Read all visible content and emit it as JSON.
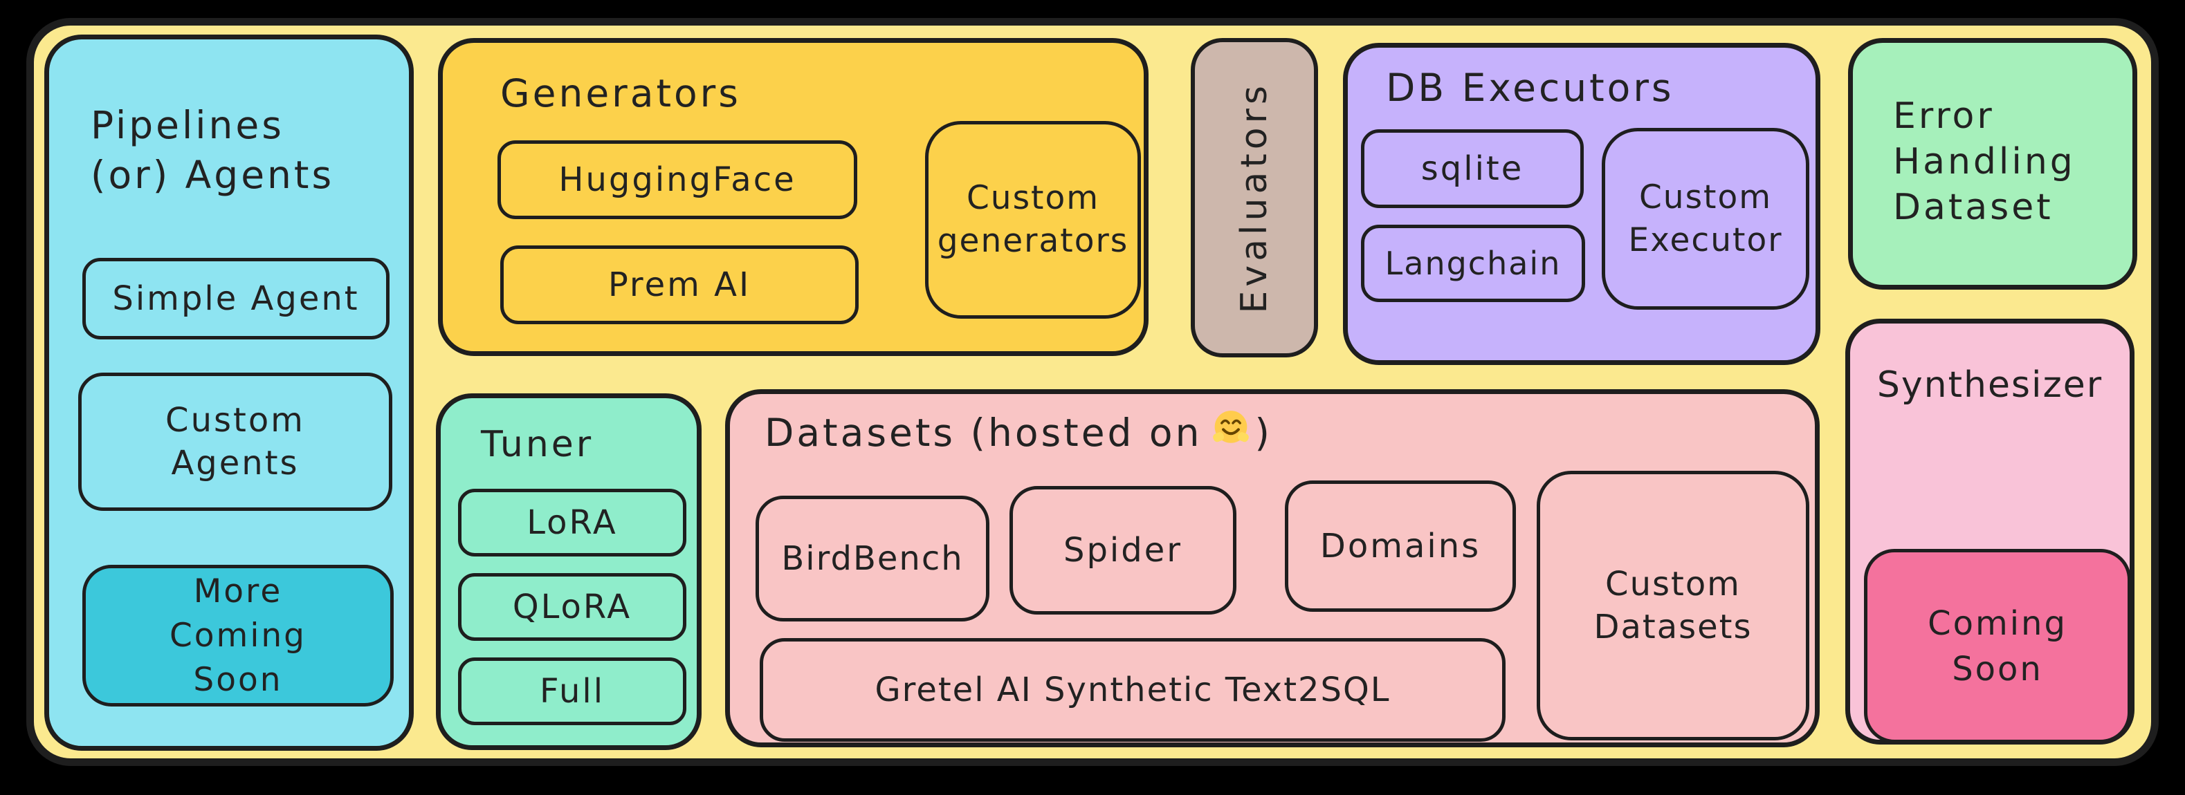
{
  "colors": {
    "background": "#000000",
    "board_fill": "#FBE98F",
    "stroke": "#1E1E1E",
    "text": "#222222",
    "pipelines_fill": "#8EE4F1",
    "more_coming_soon_fill": "#3CC8DB",
    "generators_fill": "#FCD14B",
    "evaluators_fill": "#CDB7AC",
    "db_executors_fill": "#C6B2FC",
    "error_handling_fill": "#A6F0BB",
    "synthesizer_fill": "#F9C3D8",
    "coming_soon_fill": "#F4729D",
    "tuner_fill": "#8FEDCB",
    "datasets_fill": "#F9C5C5"
  },
  "pipelines": {
    "title_lines": [
      "Pipelines",
      "(or) Agents"
    ],
    "simple_agent_label": "Simple Agent",
    "custom_agents_lines": [
      "Custom",
      "Agents"
    ],
    "more_coming_soon_lines": [
      "More",
      "Coming",
      "Soon"
    ]
  },
  "generators": {
    "title": "Generators",
    "huggingface_label": "HuggingFace",
    "prem_ai_label": "Prem AI",
    "custom_generators_lines": [
      "Custom",
      "generators"
    ]
  },
  "evaluators": {
    "title": "Evaluators"
  },
  "db_executors": {
    "title": "DB Executors",
    "sqlite_label": "sqlite",
    "langchain_label": "Langchain",
    "custom_executor_lines": [
      "Custom",
      "Executor"
    ]
  },
  "error_handling_dataset": {
    "title_lines": [
      "Error",
      "Handling",
      "Dataset"
    ]
  },
  "synthesizer": {
    "title": "Synthesizer",
    "coming_soon_lines": [
      "Coming",
      "Soon"
    ]
  },
  "tuner": {
    "title": "Tuner",
    "lora_label": "LoRA",
    "qlora_label": "QLoRA",
    "full_label": "Full"
  },
  "datasets": {
    "title_prefix": "Datasets (hosted on",
    "title_emoji": "🤗",
    "title_suffix": ")",
    "birdbench_label": "BirdBench",
    "spider_label": "Spider",
    "domains_label": "Domains",
    "gretel_label": "Gretel AI Synthetic Text2SQL",
    "custom_datasets_lines": [
      "Custom",
      "Datasets"
    ]
  }
}
